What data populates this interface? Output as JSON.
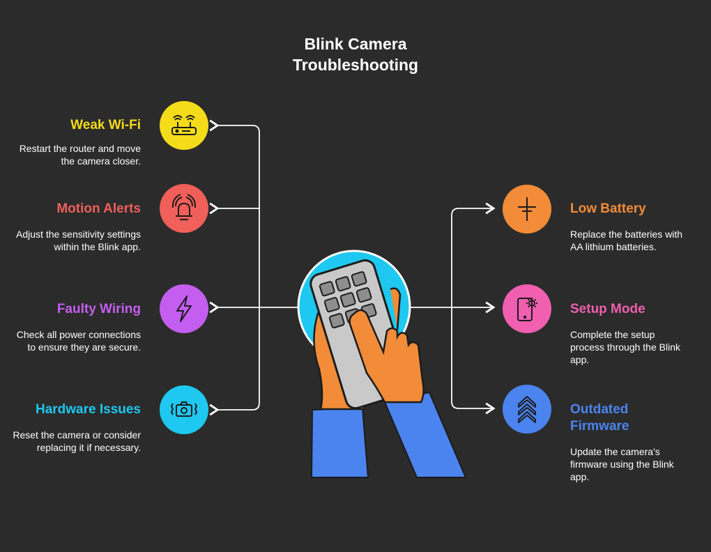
{
  "title": {
    "line1": "Blink Camera",
    "line2": "Troubleshooting"
  },
  "colors": {
    "background": "#2b2b2b",
    "yellow": "#f5dc1a",
    "red": "#f05f5a",
    "purple": "#c45ef0",
    "cyan": "#1ec8f0",
    "orange": "#f28c38",
    "pink": "#f05fb0",
    "blue": "#4b84ef"
  },
  "left_items": [
    {
      "title": "Weak Wi-Fi",
      "desc": "Restart the router and move the camera closer.",
      "icon": "router-icon",
      "color": "#f5dc1a"
    },
    {
      "title": "Motion Alerts",
      "desc": "Adjust the sensitivity settings within the Blink app.",
      "icon": "alarm-bell-icon",
      "color": "#f05f5a"
    },
    {
      "title": "Faulty Wiring",
      "desc": "Check all power connections to ensure they are secure.",
      "icon": "lightning-icon",
      "color": "#c45ef0"
    },
    {
      "title": "Hardware Issues",
      "desc": "Reset the camera or consider replacing it if necessary.",
      "icon": "camera-shake-icon",
      "color": "#1ec8f0"
    }
  ],
  "right_items": [
    {
      "title": "Low Battery",
      "desc": "Replace the batteries with AA lithium batteries.",
      "icon": "battery-terminal-icon",
      "color": "#f28c38"
    },
    {
      "title": "Setup Mode",
      "desc": "Complete the setup process through the Blink app.",
      "icon": "phone-gear-icon",
      "color": "#f05fb0"
    },
    {
      "title": "Outdated Firmware",
      "desc": "Update the camera's firmware using the Blink app.",
      "icon": "chevrons-up-icon",
      "color": "#4b84ef"
    }
  ],
  "center_icon": "hand-remote-icon"
}
